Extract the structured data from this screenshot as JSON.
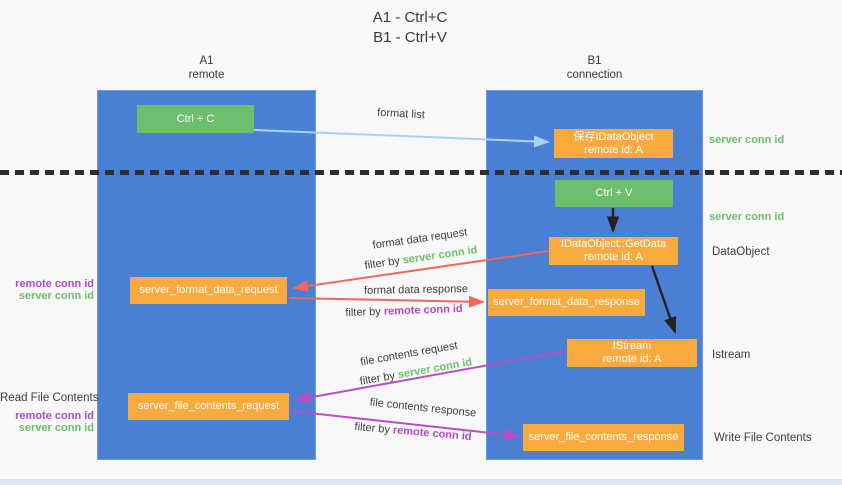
{
  "title": {
    "line1": "A1 - Ctrl+C",
    "line2": "B1 - Ctrl+V"
  },
  "columns": {
    "left": {
      "name": "A1",
      "role": "remote"
    },
    "right": {
      "name": "B1",
      "role": "connection"
    }
  },
  "nodes": {
    "ctrl_c": {
      "label": "Ctrl + C"
    },
    "save_idataobject": {
      "line1": "保存IDataObject",
      "line2": "remote id: A"
    },
    "ctrl_v": {
      "label": "Ctrl + V"
    },
    "getdata": {
      "line1": "IDataObject::GetData",
      "line2": "remote id: A"
    },
    "format_request": {
      "label": "server_format_data_request"
    },
    "format_response": {
      "label": "server_format_data_response"
    },
    "istream": {
      "line1": "IStream",
      "line2": "remote id: A"
    },
    "file_request": {
      "label": "server_file_contents_request"
    },
    "file_response": {
      "label": "server_file_contents_response"
    }
  },
  "flows": {
    "format_list": {
      "label": "format list"
    },
    "format_data_request": {
      "label": "format data request",
      "filter_prefix": "filter by ",
      "filter_key": "server conn id"
    },
    "format_data_response": {
      "label": "format data response",
      "filter_prefix": "filter by ",
      "filter_key": "remote conn id"
    },
    "file_contents_request": {
      "label": "file contents request",
      "filter_prefix": "filter by ",
      "filter_key": "server conn id"
    },
    "file_contents_response": {
      "label": "file contents response",
      "filter_prefix": "filter by ",
      "filter_key": "remote conn id"
    }
  },
  "side_labels": {
    "format_remote_conn_id": "remote conn id",
    "format_server_conn_id": "server conn id",
    "read_file_contents": "Read File Contents",
    "file_remote_conn_id": "remote conn id",
    "file_server_conn_id": "server conn id",
    "server_conn_id_top": "server conn id",
    "server_conn_id_mid": "server conn id",
    "dataobject": "DataObject",
    "istream": "Istream",
    "write_file_contents": "Write File Contents"
  },
  "colors": {
    "column_blue": "#4a80d4",
    "node_green": "#6dbe6e",
    "node_orange": "#f9aa3e",
    "arrow_lightblue": "#a6d3f2",
    "arrow_red": "#ed685f",
    "arrow_magenta": "#b94fc5",
    "arrow_black": "#222222",
    "label_green": "#6cbf6b",
    "label_purple": "#ad4bc4",
    "text_dark": "#3d3d3d",
    "background": "#f8f8f8"
  }
}
